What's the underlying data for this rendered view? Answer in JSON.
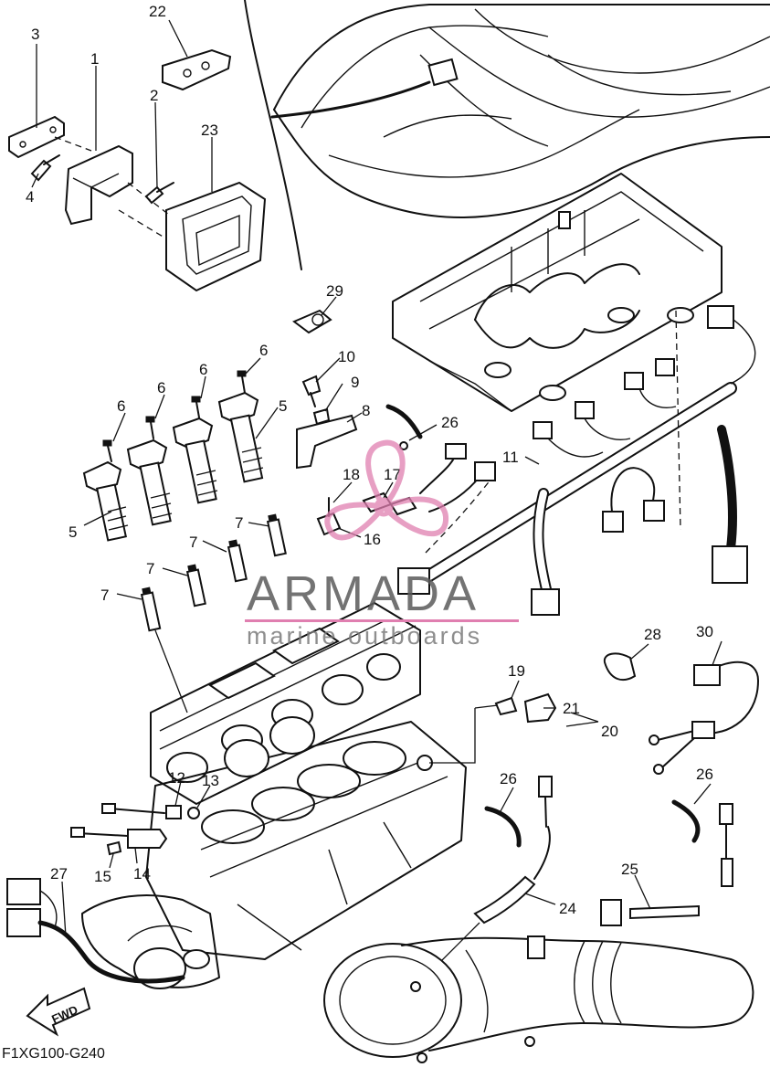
{
  "diagram": {
    "code": "F1XG100-G240",
    "fwd_label": "FWD",
    "watermark": {
      "name": "ARMADA",
      "tagline": "marine outboards",
      "pink": "#e07fb0"
    },
    "callouts": [
      "22",
      "3",
      "1",
      "2",
      "23",
      "4",
      "29",
      "6",
      "10",
      "9",
      "8",
      "26",
      "6",
      "6",
      "6",
      "5",
      "18",
      "17",
      "16",
      "11",
      "5",
      "7",
      "7",
      "7",
      "7",
      "28",
      "30",
      "19",
      "21",
      "20",
      "12",
      "13",
      "26",
      "26",
      "14",
      "15",
      "27",
      "25",
      "24"
    ]
  }
}
